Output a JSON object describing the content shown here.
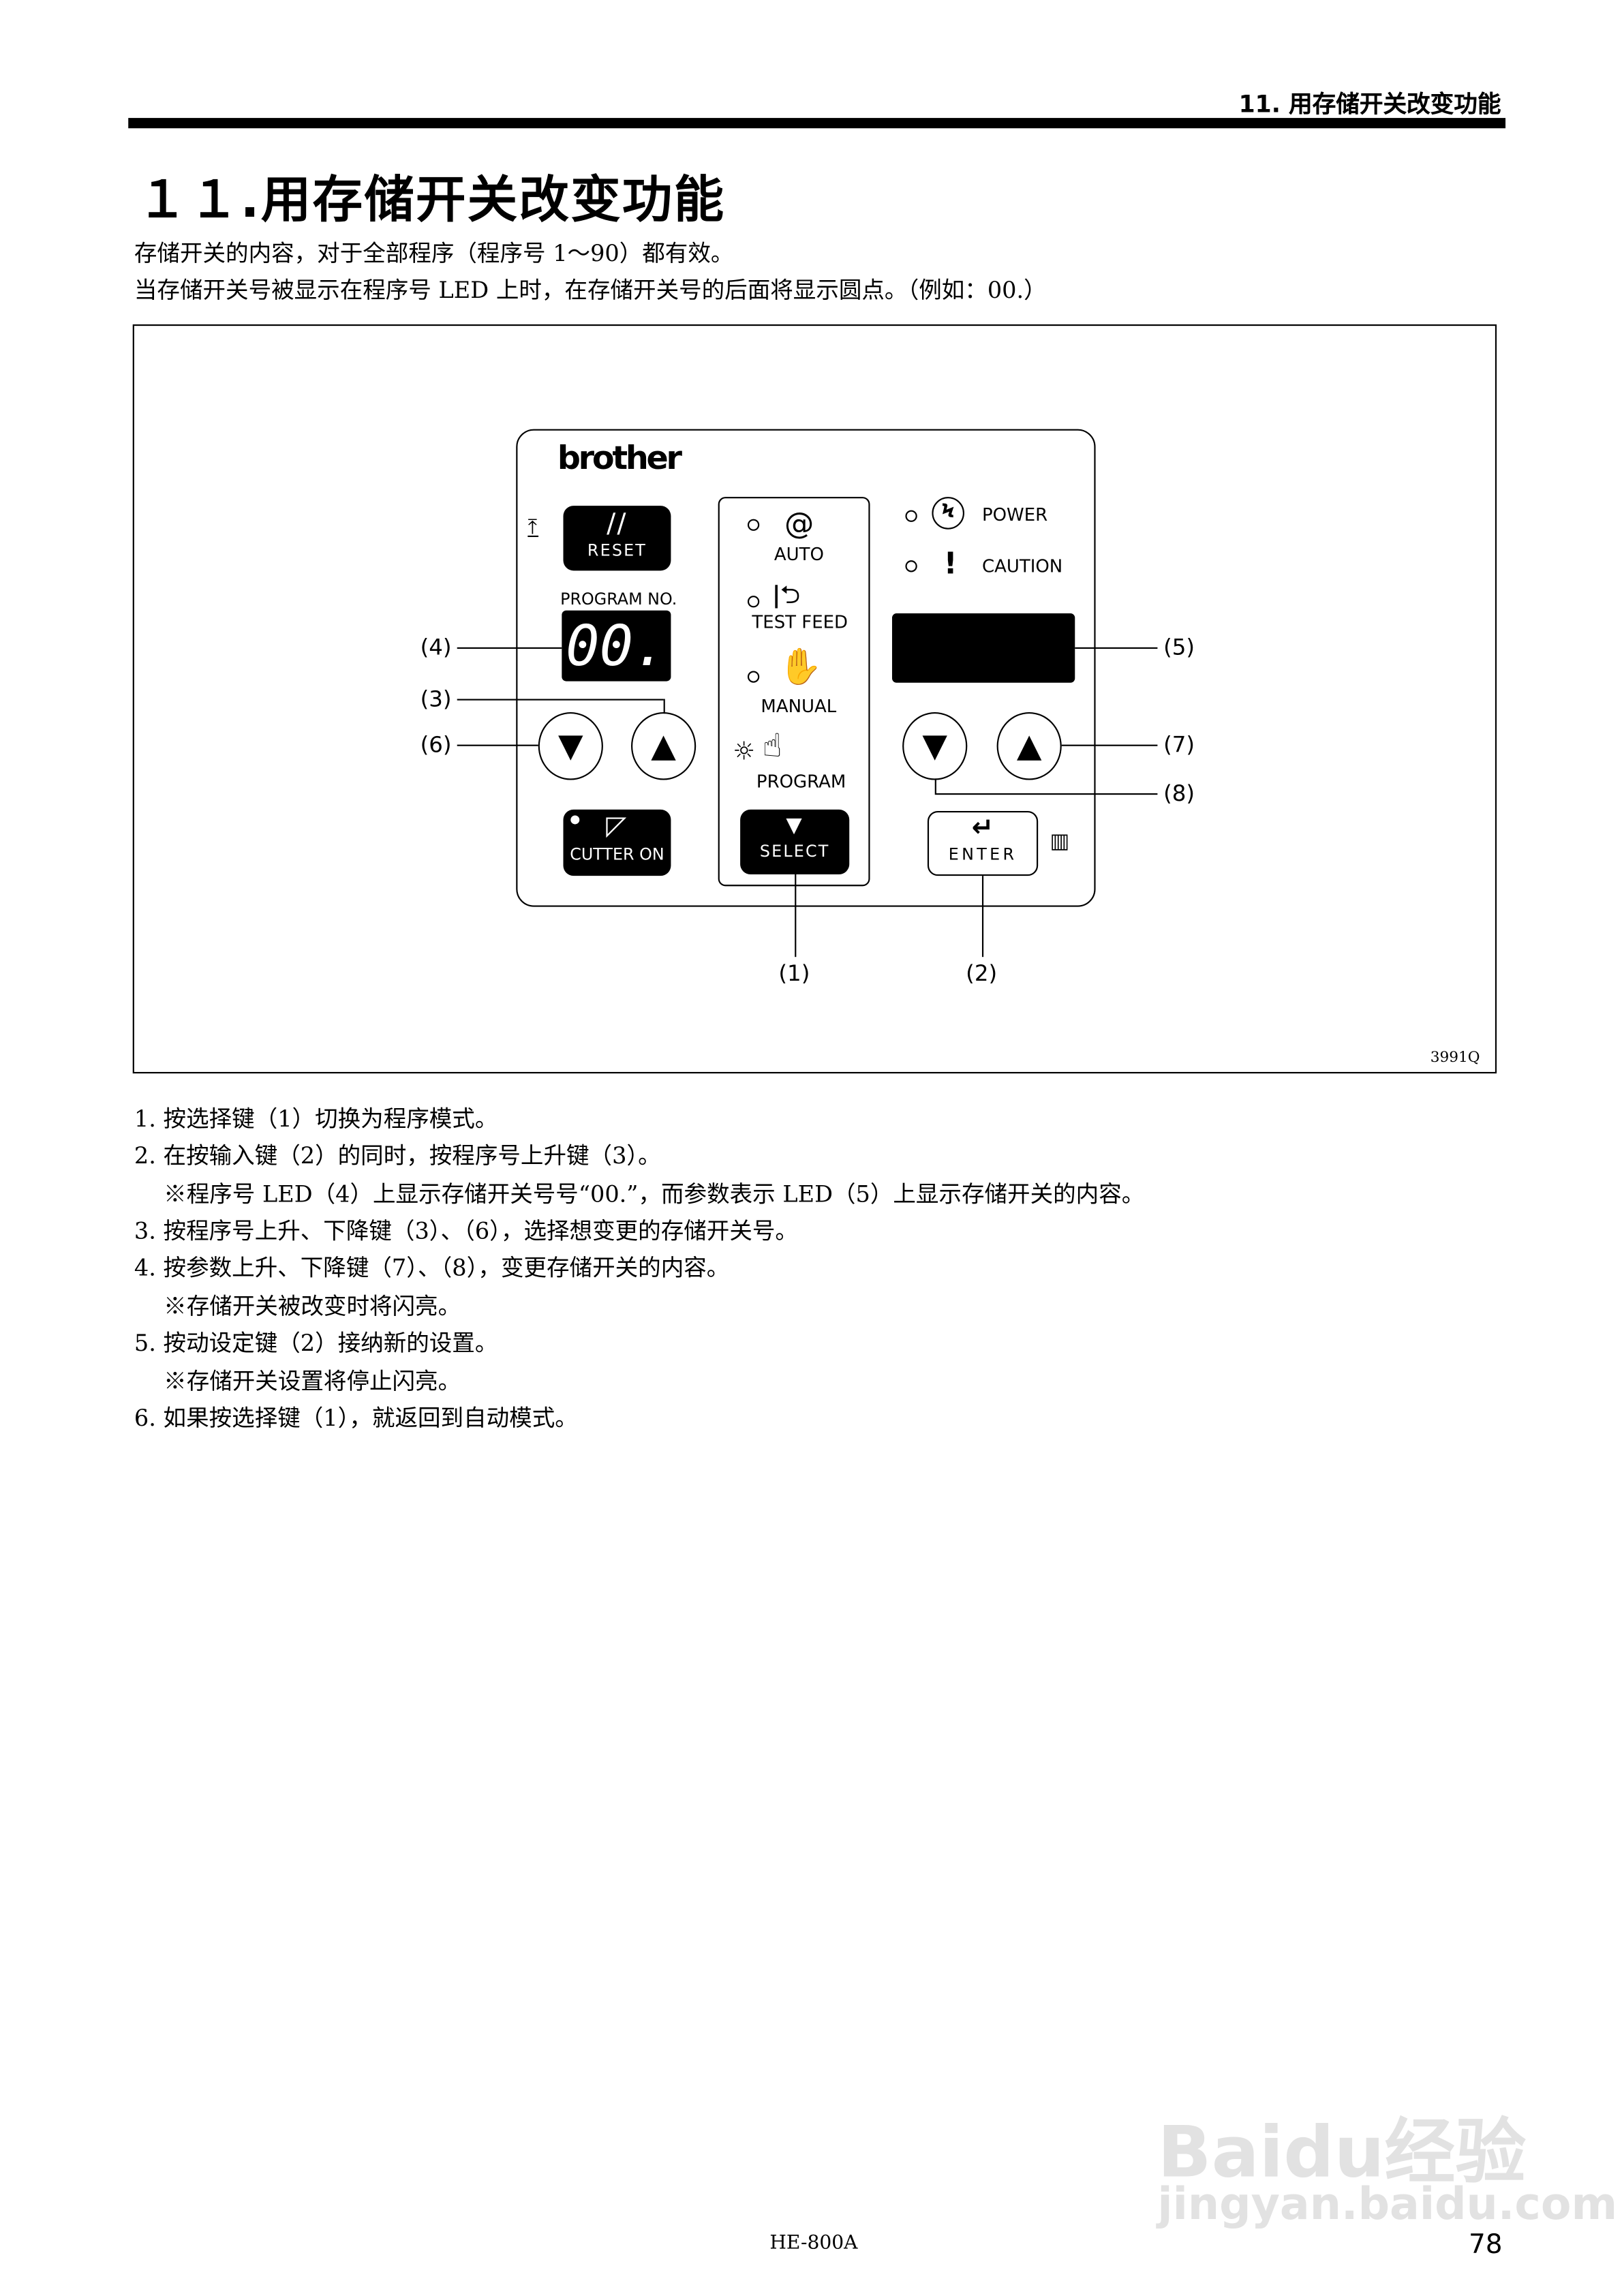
{
  "header": {
    "running_title": "11. 用存储开关改变功能"
  },
  "title": "１１.用存储开关改变功能",
  "intro": [
    "存储开关的内容，对于全部程序（程序号 1～90）都有效。",
    "当存储开关号被显示在程序号 LED 上时，在存储开关号的后面将显示圆点。（例如：00.）"
  ],
  "figure": {
    "logo": "brother",
    "reset_label": "RESET",
    "program_no_label": "PROGRAM NO.",
    "program_led_value": "00.",
    "cutter_label": "CUTTER ON",
    "modes": [
      {
        "label": "AUTO",
        "icon": "auto-swirl-icon",
        "active": false
      },
      {
        "label": "TEST FEED",
        "icon": "needle-feed-icon",
        "active": false
      },
      {
        "label": "MANUAL",
        "icon": "hand-m-icon",
        "active": false
      },
      {
        "label": "PROGRAM",
        "icon": "hand-p-icon",
        "active": true
      }
    ],
    "select_label": "SELECT",
    "power_label": "POWER",
    "caution_label": "CAUTION",
    "enter_label": "ENTER",
    "callouts": {
      "c1": "(1)",
      "c2": "(2)",
      "c3": "(3)",
      "c4": "(4)",
      "c5": "(5)",
      "c6": "(6)",
      "c7": "(7)",
      "c8": "(8)"
    },
    "figure_id": "3991Q"
  },
  "steps": [
    "1. 按选择键（1）切换为程序模式。",
    "2. 在按输入键（2）的同时，按程序号上升键（3）。",
    "※程序号 LED（4）上显示存储开关号号“00.”，而参数表示 LED（5）上显示存储开关的内容。",
    "3. 按程序号上升、下降键（3）、（6），选择想变更的存储开关号。",
    "4. 按参数上升、下降键（7）、（8），变更存储开关的内容。",
    "※存储开关被改变时将闪亮。",
    "5. 按动设定键（2）接纳新的设置。",
    "※存储开关设置将停止闪亮。",
    "6. 如果按选择键（1），就返回到自动模式。"
  ],
  "footer": {
    "model": "HE-800A",
    "page": "78"
  },
  "watermark": {
    "line1": "Baidu经验",
    "line2": "jingyan.baidu.com"
  }
}
